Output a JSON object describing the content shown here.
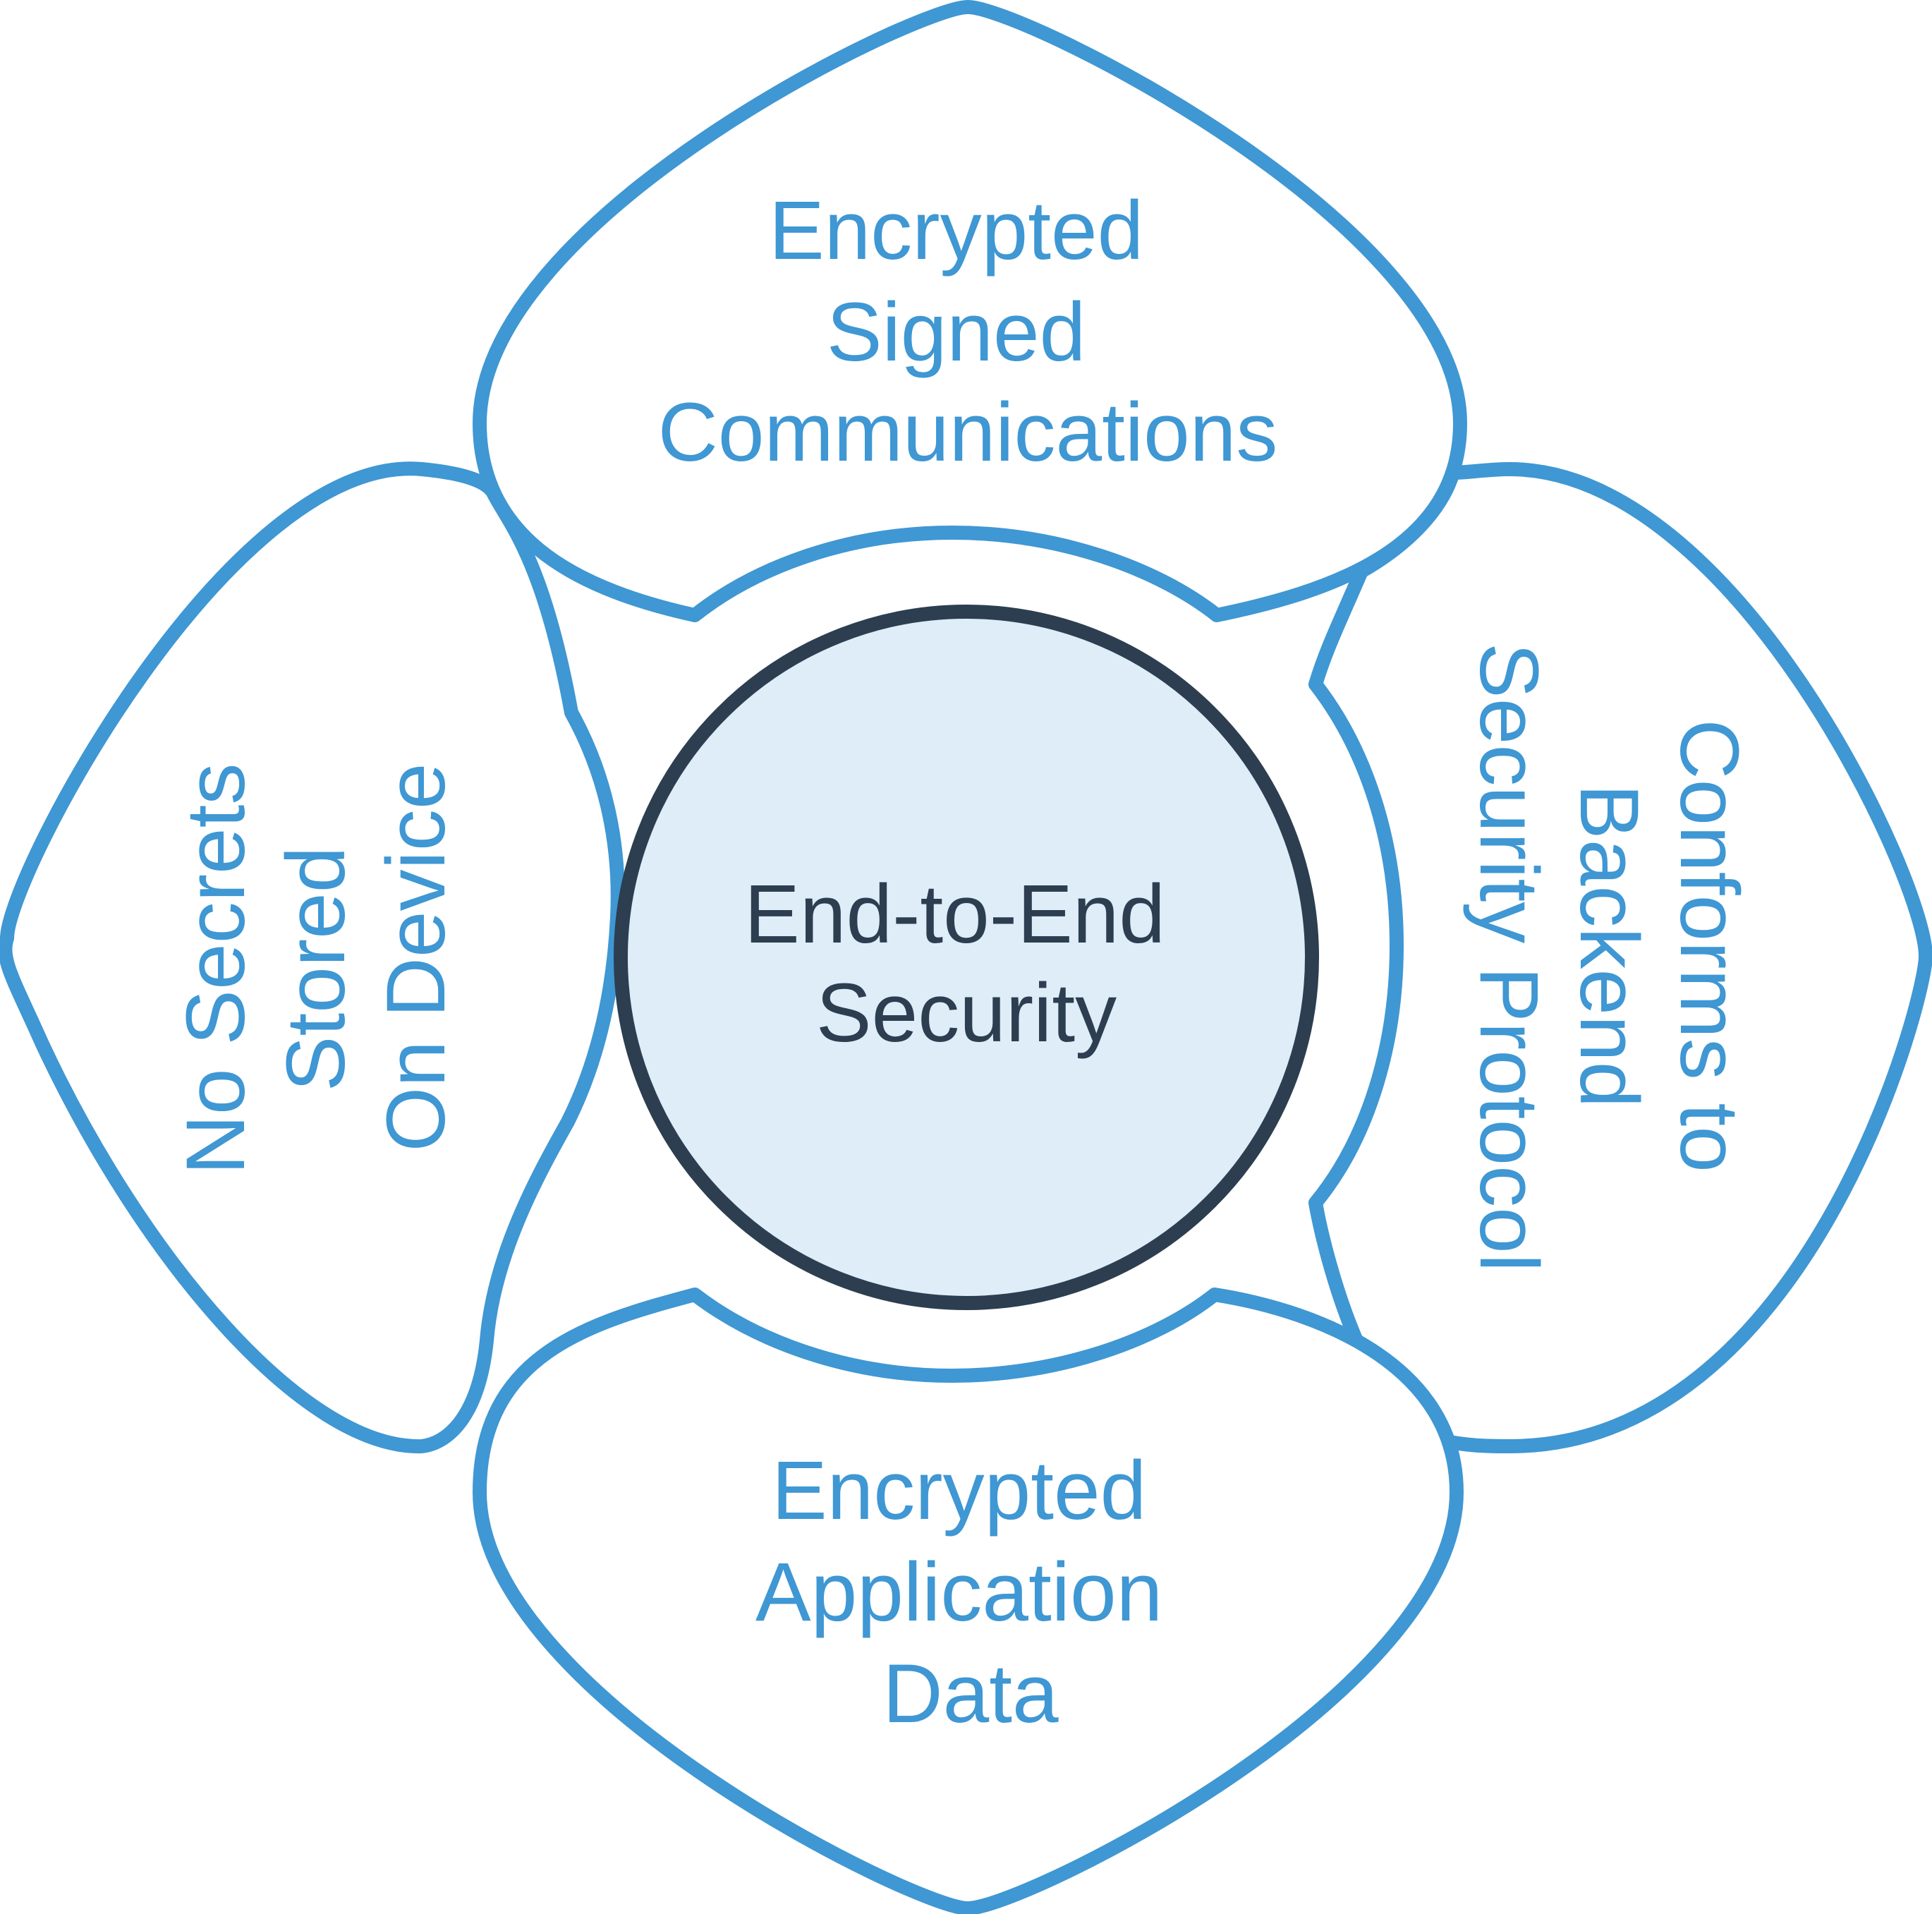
{
  "center": {
    "lines": [
      "End-to-End",
      "Security"
    ]
  },
  "petals": {
    "top": {
      "lines": [
        "Encrypted",
        "Signed",
        "Communications"
      ]
    },
    "right": {
      "lines": [
        "Conforms to",
        "Backend",
        "Security Protocol"
      ]
    },
    "bottom": {
      "lines": [
        "Encrypted",
        "Application",
        "Data"
      ]
    },
    "left": {
      "lines": [
        "No Secrets",
        "Stored",
        "On Device"
      ]
    }
  },
  "colors": {
    "petal_stroke": "#3f97d3",
    "petal_text": "#3f97d3",
    "core_fill": "#deedf8",
    "core_stroke": "#2c3e50",
    "core_text": "#2c3e50"
  }
}
